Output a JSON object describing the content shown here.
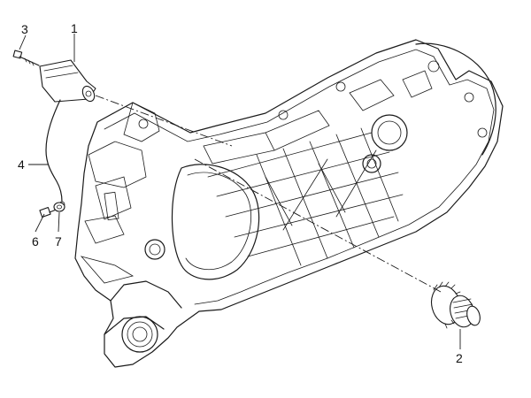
{
  "callouts": [
    {
      "id": "1",
      "text": "1"
    },
    {
      "id": "2",
      "text": "2"
    },
    {
      "id": "3",
      "text": "3"
    },
    {
      "id": "4",
      "text": "4"
    },
    {
      "id": "6",
      "text": "6"
    },
    {
      "id": "7",
      "text": "7"
    }
  ],
  "colors": {
    "line": "#1a1a1a",
    "background": "#ffffff"
  }
}
